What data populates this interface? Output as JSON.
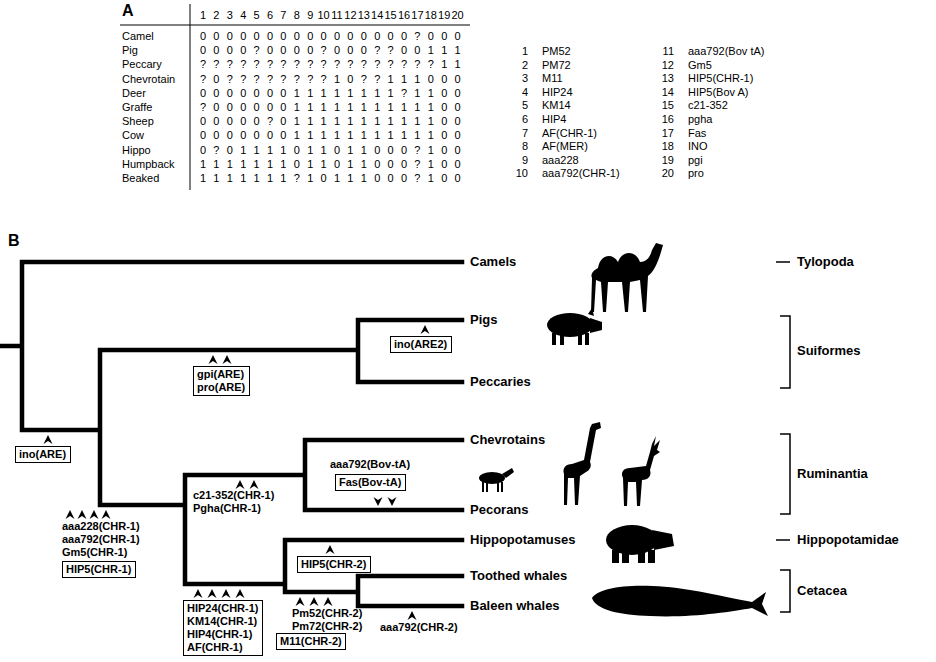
{
  "diagram": {
    "nodes": [
      {
        "text": [
          "ino(ARE2)"
        ]
      },
      {
        "text": [
          "gpi(ARE)",
          "pro(ARE)"
        ]
      },
      {
        "text": [
          "ino(ARE)"
        ]
      },
      {
        "text": [
          "Fas(Bov-tA)"
        ]
      },
      {
        "text": [
          "HIP5(CHR-2)"
        ]
      },
      {
        "text": [
          "HIP5(CHR-1)"
        ]
      },
      {
        "text": [
          "HIP24(CHR-1)",
          "KM14(CHR-1)",
          "HIP4(CHR-1)",
          "AF(CHR-1)"
        ]
      },
      {
        "text": [
          "M11(CHR-2)"
        ]
      }
    ],
    "labels": [
      "A",
      "1",
      "2",
      "3",
      "4",
      "5",
      "6",
      "7",
      "8",
      "9",
      "10",
      "11",
      "12",
      "13",
      "14",
      "15",
      "16",
      "17",
      "18",
      "19",
      "20",
      "Camel",
      "0",
      "0",
      "0",
      "0",
      "0",
      "0",
      "0",
      "0",
      "0",
      "0",
      "0",
      "0",
      "0",
      "0",
      "0",
      "0",
      "?",
      "0",
      "0",
      "0",
      "Pig",
      "0",
      "0",
      "0",
      "0",
      "?",
      "0",
      "0",
      "0",
      "0",
      "?",
      "0",
      "0",
      "0",
      "?",
      "?",
      "0",
      "0",
      "1",
      "1",
      "1",
      "Peccary",
      "?",
      "?",
      "?",
      "?",
      "?",
      "?",
      "?",
      "?",
      "?",
      "?",
      "?",
      "?",
      "?",
      "?",
      "?",
      "?",
      "?",
      "?",
      "1",
      "1",
      "Chevrotain",
      "?",
      "0",
      "?",
      "?",
      "?",
      "?",
      "?",
      "?",
      "?",
      "?",
      "1",
      "0",
      "?",
      "?",
      "1",
      "1",
      "1",
      "0",
      "0",
      "0",
      "Deer",
      "0",
      "0",
      "0",
      "0",
      "0",
      "0",
      "0",
      "1",
      "1",
      "1",
      "1",
      "1",
      "1",
      "1",
      "1",
      "?",
      "1",
      "1",
      "0",
      "0",
      "Graffe",
      "?",
      "0",
      "0",
      "0",
      "0",
      "0",
      "0",
      "1",
      "1",
      "1",
      "1",
      "1",
      "1",
      "1",
      "1",
      "1",
      "1",
      "1",
      "0",
      "0",
      "Sheep",
      "0",
      "0",
      "0",
      "0",
      "0",
      "?",
      "0",
      "1",
      "1",
      "1",
      "1",
      "1",
      "1",
      "1",
      "1",
      "1",
      "1",
      "1",
      "0",
      "0",
      "Cow",
      "0",
      "0",
      "0",
      "0",
      "0",
      "0",
      "0",
      "1",
      "1",
      "1",
      "1",
      "1",
      "1",
      "1",
      "1",
      "1",
      "1",
      "1",
      "0",
      "0",
      "Hippo",
      "0",
      "?",
      "0",
      "1",
      "1",
      "1",
      "1",
      "0",
      "1",
      "1",
      "0",
      "1",
      "1",
      "0",
      "0",
      "0",
      "?",
      "1",
      "0",
      "0",
      "Humpback",
      "1",
      "1",
      "1",
      "1",
      "1",
      "1",
      "1",
      "0",
      "1",
      "1",
      "0",
      "1",
      "1",
      "0",
      "0",
      "0",
      "?",
      "1",
      "0",
      "0",
      "Beaked",
      "1",
      "1",
      "1",
      "1",
      "1",
      "1",
      "1",
      "?",
      "1",
      "0",
      "1",
      "1",
      "1",
      "0",
      "0",
      "0",
      "?",
      "1",
      "0",
      "0",
      "1",
      "PM52",
      "2",
      "PM72",
      "3",
      "M11",
      "4",
      "HIP24",
      "5",
      "KM14",
      "6",
      "HIP4",
      "7",
      "AF(CHR-1)",
      "8",
      "AF(MER)",
      "9",
      "aaa228",
      "10",
      "aaa792(CHR-1)",
      "11",
      "aaa792(Bov tA)",
      "12",
      "Gm5",
      "13",
      "HIP5(CHR-1)",
      "14",
      "HIP5(Bov A)",
      "15",
      "c21-352",
      "16",
      "pgha",
      "17",
      "Fas",
      "18",
      "INO",
      "19",
      "pgi",
      "20",
      "pro",
      "B",
      "Camels",
      "Pigs",
      "Peccaries",
      "Chevrotains",
      "Pecorans",
      "Hippopotamuses",
      "Toothed whales",
      "Baleen whales",
      "Tylopoda",
      "Suiformes",
      "Ruminantia",
      "Hippopotamidae",
      "Cetacea",
      "aaa228(CHR-1)",
      "aaa792(CHR-1)",
      "Gm5(CHR-1)",
      "c21-352(CHR-1)",
      "Pgha(CHR-1)",
      "aaa792(Bov-tA)",
      "Pm52(CHR-2)",
      "Pm72(CHR-2)",
      "aaa792(CHR-2)"
    ]
  }
}
